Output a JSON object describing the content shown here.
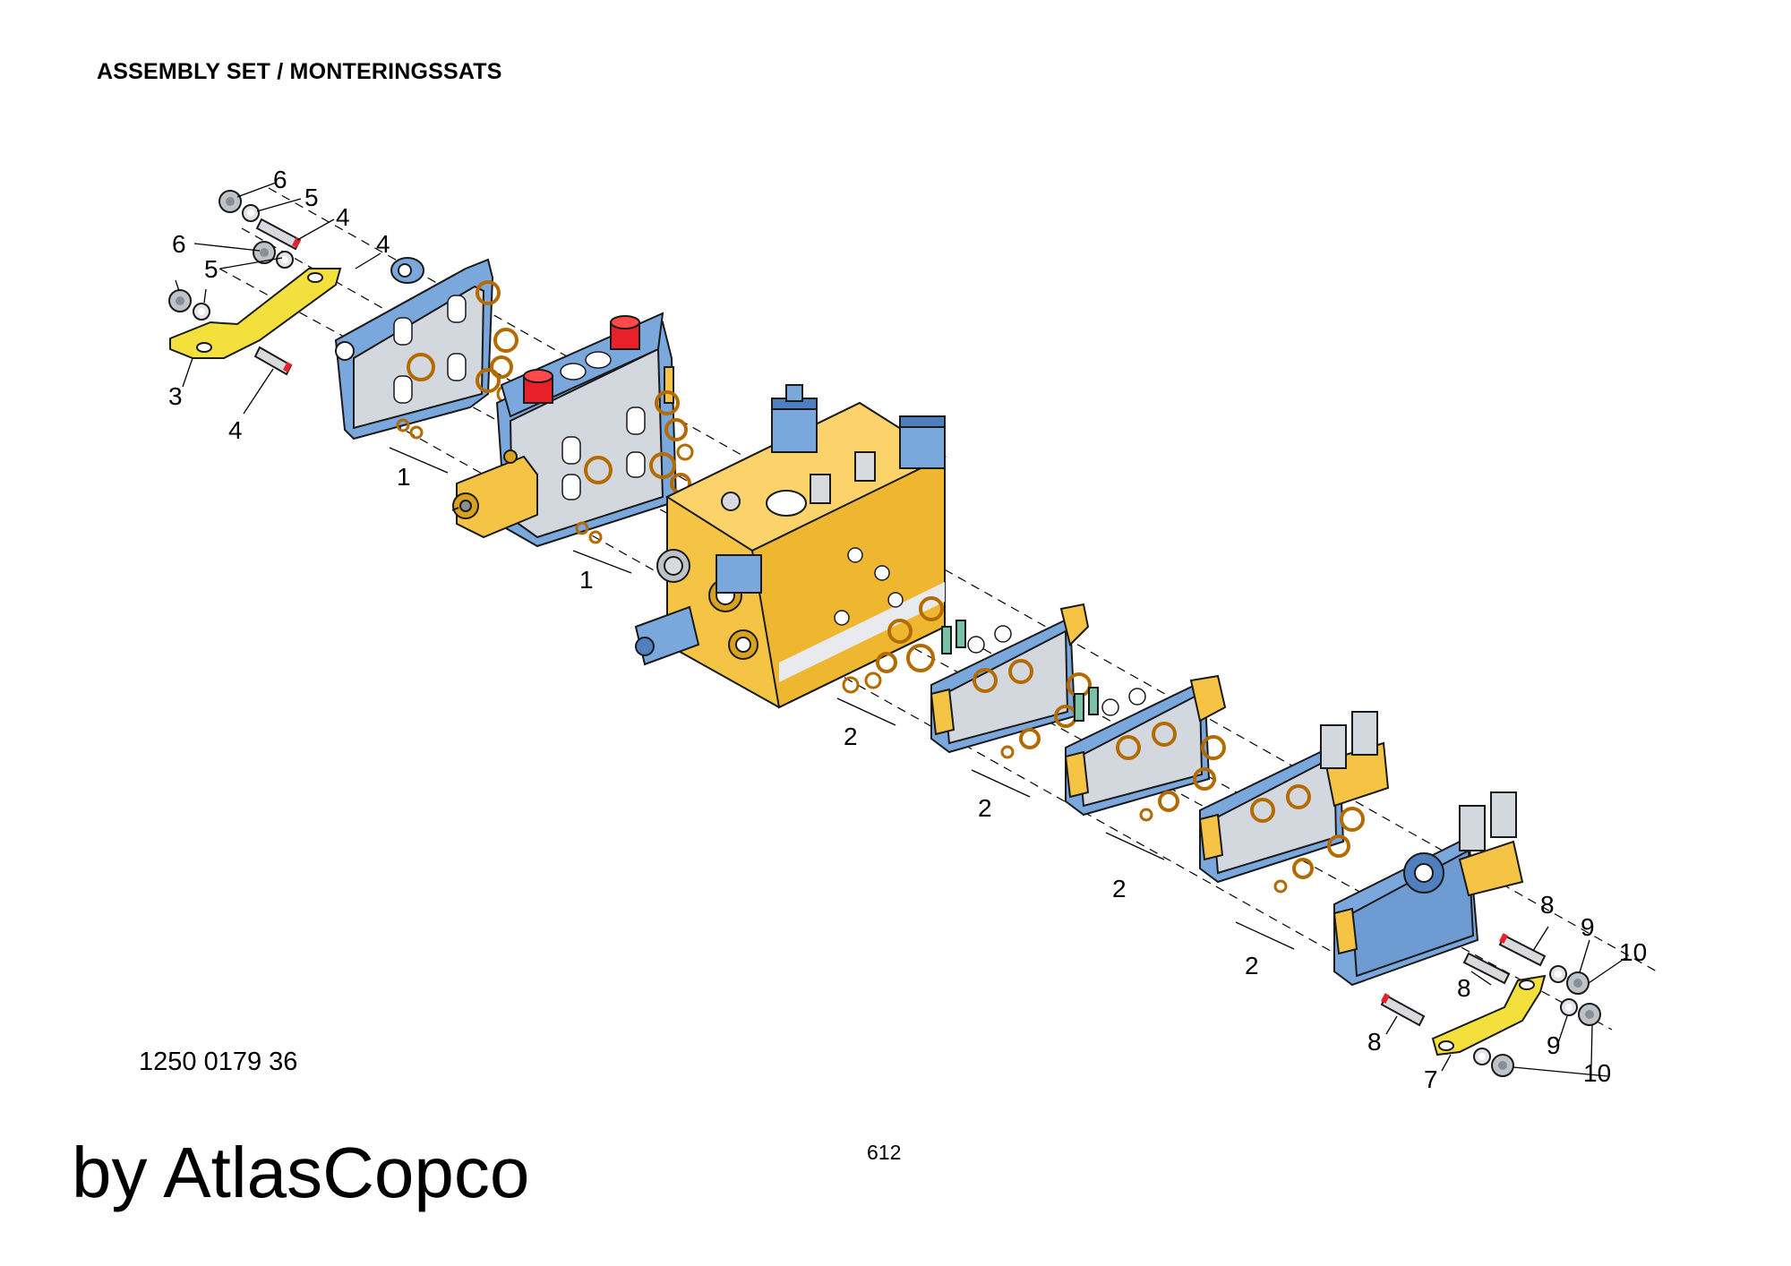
{
  "header": {
    "title": "ASSEMBLY SET / MONTERINGSSATS"
  },
  "document": {
    "part_number": "1250 0179 36",
    "page_number": "612"
  },
  "branding": {
    "text": "by AtlasCopco"
  },
  "colors": {
    "blue": "#7aa7dc",
    "blue_dark": "#4f7fbf",
    "gray": "#d3d7de",
    "yellow": "#f6c445",
    "yellow_dark": "#d9a21c",
    "bracket_yellow": "#f3e03c",
    "red_cap": "#e8202a",
    "oring": "#b36b00"
  },
  "diagram": {
    "callouts": {
      "c6a": "6",
      "c5a": "5",
      "c4a": "4",
      "c6b": "6",
      "c5b": "5",
      "c4b": "4",
      "c3": "3",
      "c4c": "4",
      "c1a": "1",
      "c1b": "1",
      "c2a": "2",
      "c2b": "2",
      "c2c": "2",
      "c2d": "2",
      "c8a": "8",
      "c9a": "9",
      "c10a": "10",
      "c8b": "8",
      "c8c": "8",
      "c9b": "9",
      "c7": "7",
      "c10b": "10"
    }
  }
}
